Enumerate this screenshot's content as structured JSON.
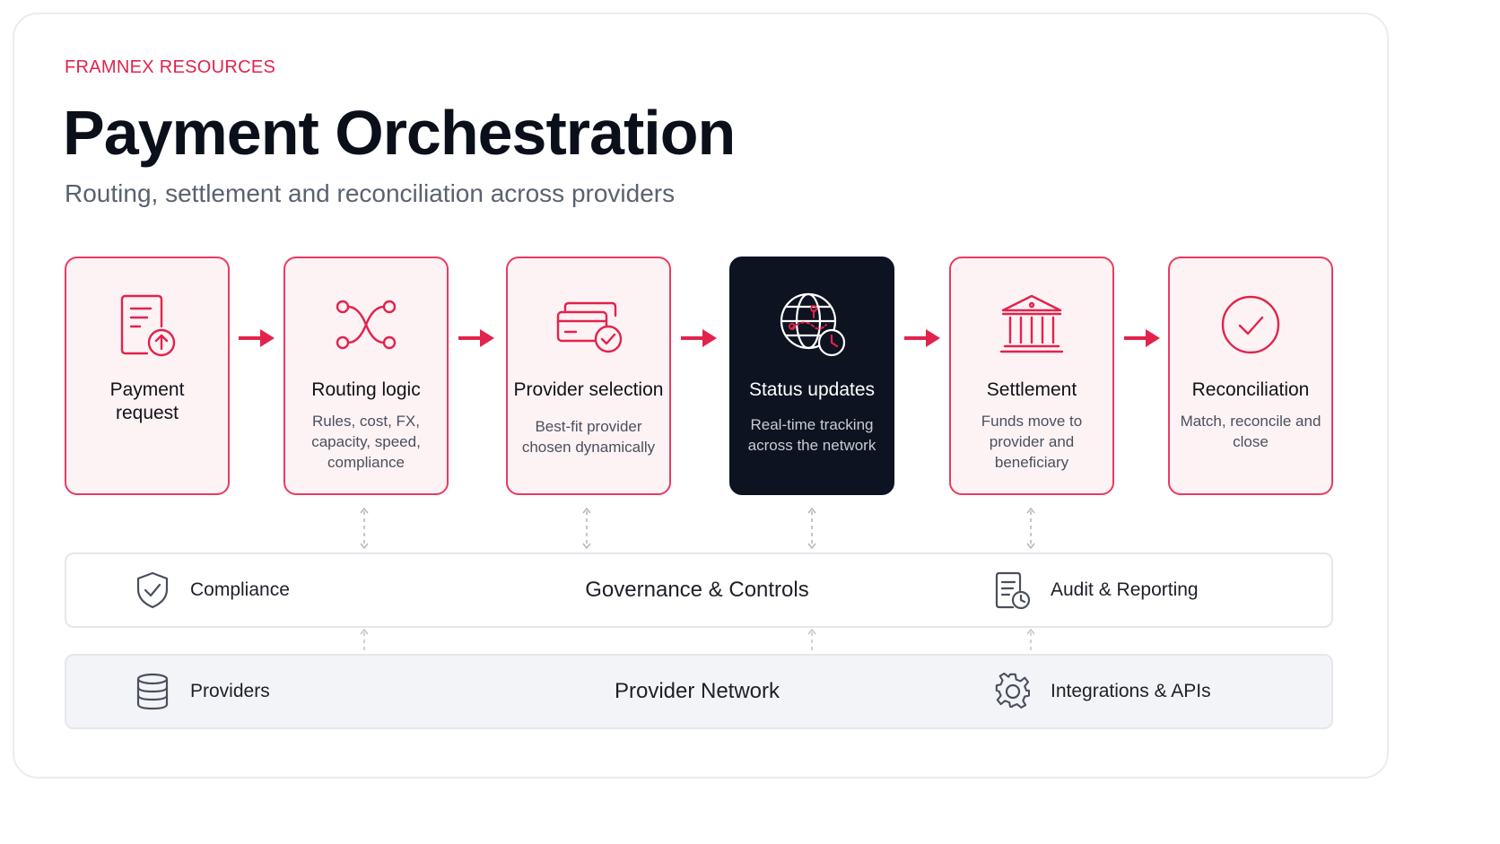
{
  "header": {
    "eyebrow": "FRAMNEX RESOURCES",
    "title": "Payment Orchestration",
    "subtitle": "Routing, settlement and reconciliation across providers"
  },
  "steps": [
    {
      "name": "Payment\nrequest",
      "desc": "",
      "icon": "document-upload-icon"
    },
    {
      "name": "Routing logic",
      "desc": "Rules, cost, FX, capacity, speed, compliance",
      "icon": "routing-icon"
    },
    {
      "name": "Provider selection",
      "desc": "Best-fit provider chosen dynamically",
      "icon": "cards-check-icon"
    },
    {
      "name": "Status updates",
      "desc": "Real-time tracking across the network",
      "icon": "globe-clock-icon"
    },
    {
      "name": "Settlement",
      "desc": "Funds move to provider and beneficiary",
      "icon": "bank-icon"
    },
    {
      "name": "Reconciliation",
      "desc": "Match, reconcile and close",
      "icon": "check-circle-icon"
    }
  ],
  "governance": {
    "left": "Compliance",
    "center": "Governance & Controls",
    "right": "Audit & Reporting"
  },
  "network": {
    "left": "Providers",
    "center": "Provider Network",
    "right": "Integrations & APIs"
  },
  "colors": {
    "accent": "#e2234c",
    "dark_card": "#0d1320",
    "card_fill": "#fdf3f5"
  }
}
